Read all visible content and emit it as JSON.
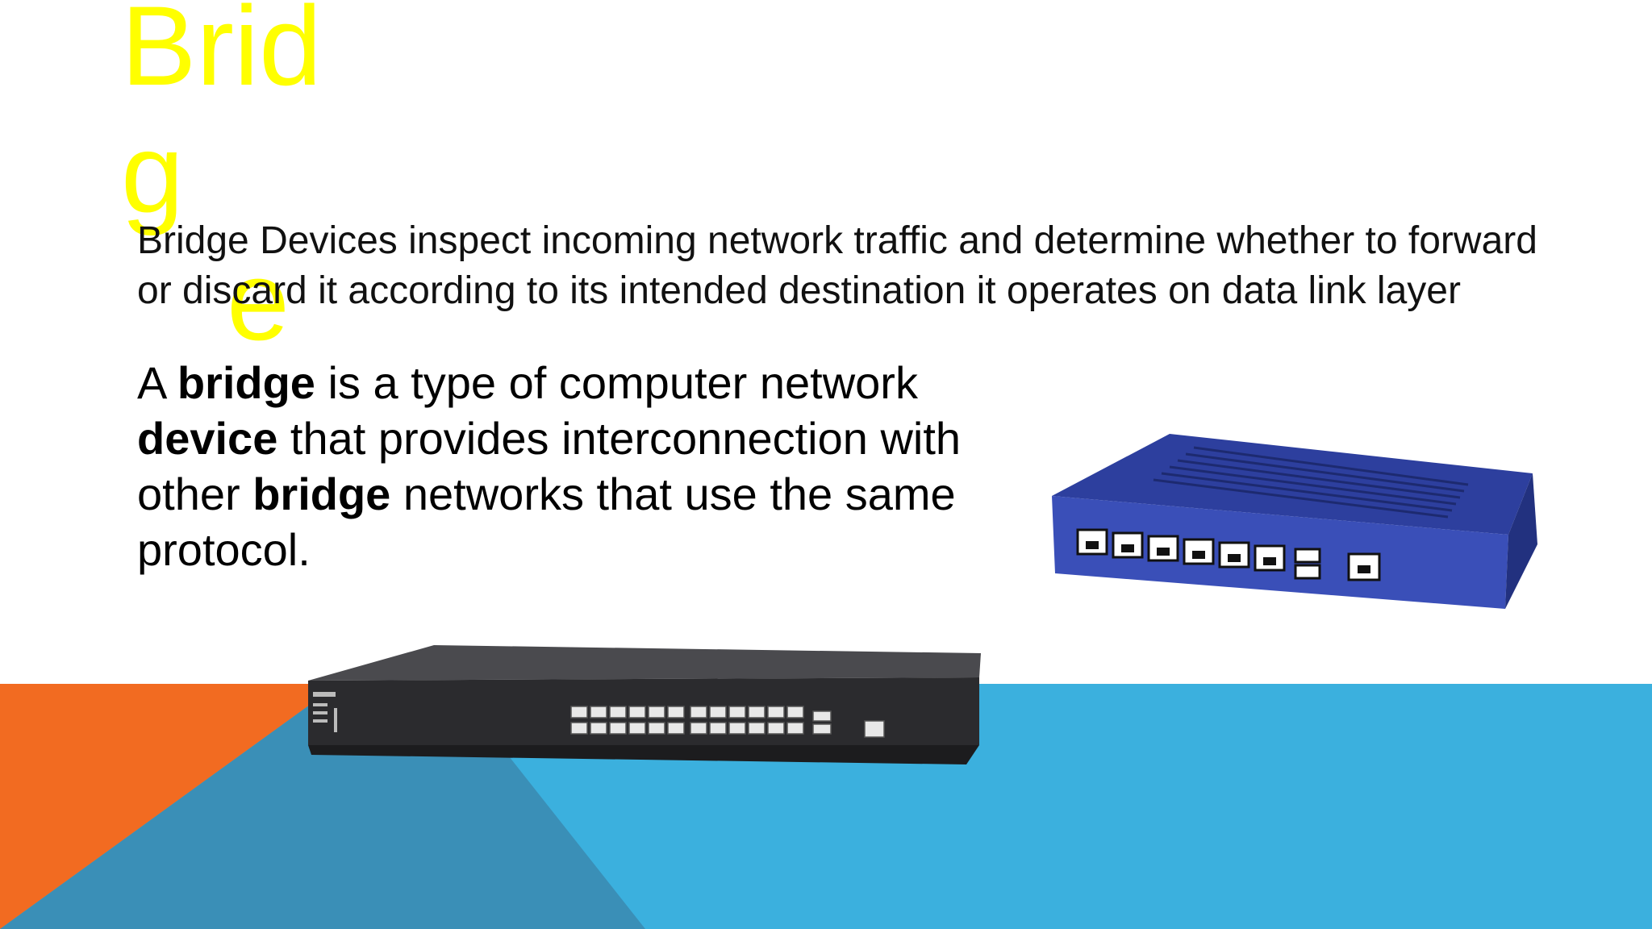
{
  "slide": {
    "title_line1": "Brid g",
    "title_line2": "e",
    "description": "Bridge Devices inspect incoming network traffic and determine whether to forward or discard it according to its intended destination it operates on data link layer",
    "definition": {
      "seg1": "A ",
      "bold1": "bridge",
      "seg2": " is a type of computer network ",
      "bold2": "device",
      "seg3": " that provides interconnection with other ",
      "bold3": "bridge",
      "seg4": " networks that use the same protocol."
    },
    "colors": {
      "title": "#ffff00",
      "orange": "#f26b21",
      "blue": "#3bb0de",
      "dark_blue": "#3a8fb7"
    },
    "images": [
      "switch-rack-image",
      "blue-bridge-device-image"
    ]
  }
}
